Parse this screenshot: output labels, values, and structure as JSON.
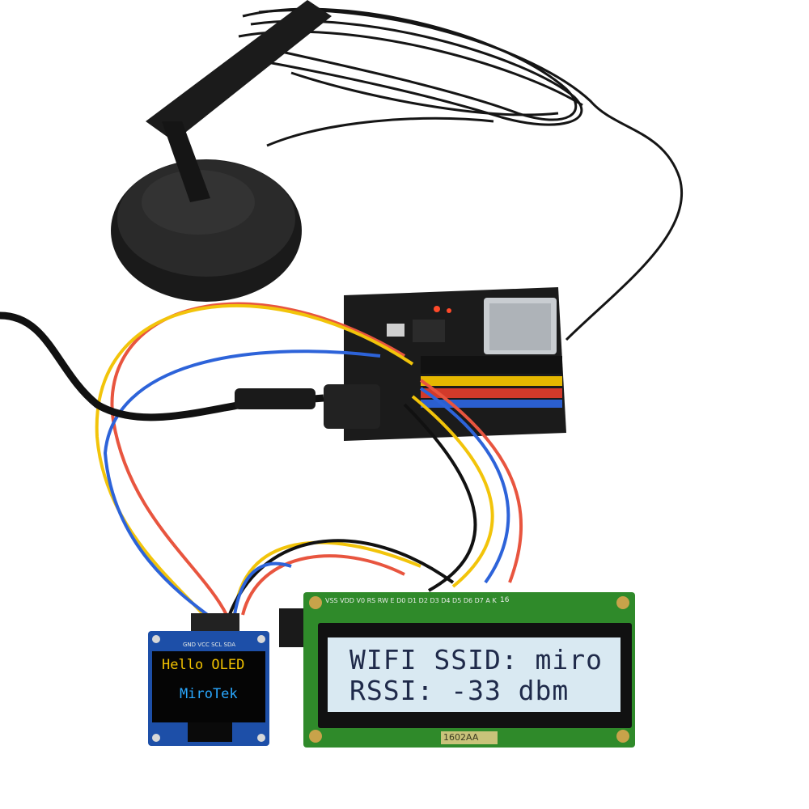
{
  "lcd": {
    "line1": "WIFI SSID: miro",
    "line2": "RSSI: -33 dbm",
    "model_label": "1602AA",
    "pin_labels": "VSS VDD V0 RS RW E D0 D1 D2 D3 D4 D5 D6 D7 A K",
    "pin_number": "16"
  },
  "oled": {
    "line1": "Hello OLED",
    "line2": "MiroTek",
    "pin_labels": "GND VCC SCL SDA",
    "line1_color": "#f2c200",
    "line2_color": "#2aa8ff"
  },
  "colors": {
    "lcd_backlight": "#d9e9f2",
    "lcd_board": "#2f8a2a",
    "oled_board": "#1d4fa8",
    "esp_board": "#1b1b1b",
    "wire_red": "#e8553f",
    "wire_yellow": "#f2c40a",
    "wire_blue": "#2d63d9",
    "wire_black": "#111111"
  }
}
